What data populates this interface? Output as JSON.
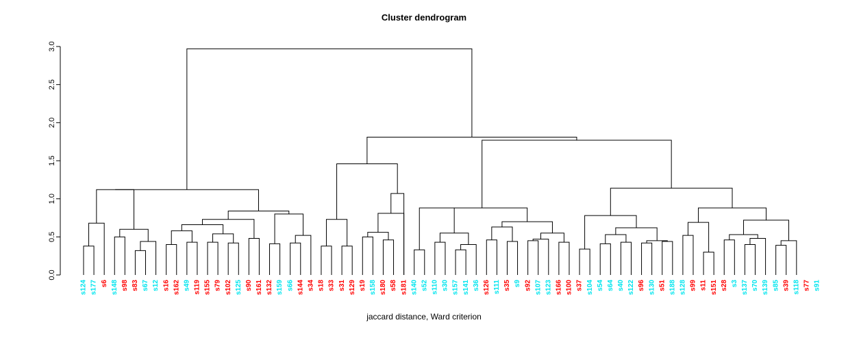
{
  "chart_data": {
    "type": "dendrogram",
    "title": "Cluster dendrogram",
    "xlabel": "jaccard distance, Ward criterion",
    "ylabel": "",
    "ylim": [
      0,
      3.0
    ],
    "grid": false,
    "legend": "none",
    "yticks": [
      "0.0",
      "0.5",
      "1.0",
      "1.5",
      "2.0",
      "2.5",
      "3.0"
    ],
    "ytick_values": [
      0.0,
      0.5,
      1.0,
      1.5,
      2.0,
      2.5,
      3.0
    ],
    "colors": {
      "group_cyan": "#00e5ee",
      "group_red": "#ff0000",
      "link": "#000000",
      "axis": "#000000",
      "background": "#ffffff"
    },
    "leaves": [
      {
        "label": "s124",
        "color": "#00e5ee"
      },
      {
        "label": "s177",
        "color": "#00e5ee"
      },
      {
        "label": "s6",
        "color": "#ff0000"
      },
      {
        "label": "s148",
        "color": "#00e5ee"
      },
      {
        "label": "s98",
        "color": "#ff0000"
      },
      {
        "label": "s83",
        "color": "#ff0000"
      },
      {
        "label": "s67",
        "color": "#00e5ee"
      },
      {
        "label": "s12",
        "color": "#00e5ee"
      },
      {
        "label": "s16",
        "color": "#ff0000"
      },
      {
        "label": "s162",
        "color": "#ff0000"
      },
      {
        "label": "s49",
        "color": "#00e5ee"
      },
      {
        "label": "s119",
        "color": "#ff0000"
      },
      {
        "label": "s155",
        "color": "#ff0000"
      },
      {
        "label": "s79",
        "color": "#ff0000"
      },
      {
        "label": "s102",
        "color": "#ff0000"
      },
      {
        "label": "s125",
        "color": "#00e5ee"
      },
      {
        "label": "s90",
        "color": "#ff0000"
      },
      {
        "label": "s161",
        "color": "#ff0000"
      },
      {
        "label": "s132",
        "color": "#ff0000"
      },
      {
        "label": "s159",
        "color": "#00e5ee"
      },
      {
        "label": "s66",
        "color": "#00e5ee"
      },
      {
        "label": "s144",
        "color": "#ff0000"
      },
      {
        "label": "s34",
        "color": "#ff0000"
      },
      {
        "label": "s18",
        "color": "#ff0000"
      },
      {
        "label": "s33",
        "color": "#ff0000"
      },
      {
        "label": "s31",
        "color": "#ff0000"
      },
      {
        "label": "s129",
        "color": "#ff0000"
      },
      {
        "label": "s19",
        "color": "#ff0000"
      },
      {
        "label": "s158",
        "color": "#00e5ee"
      },
      {
        "label": "s180",
        "color": "#ff0000"
      },
      {
        "label": "s58",
        "color": "#ff0000"
      },
      {
        "label": "s181",
        "color": "#ff0000"
      },
      {
        "label": "s140",
        "color": "#00e5ee"
      },
      {
        "label": "s52",
        "color": "#00e5ee"
      },
      {
        "label": "s110",
        "color": "#00e5ee"
      },
      {
        "label": "s30",
        "color": "#00e5ee"
      },
      {
        "label": "s157",
        "color": "#00e5ee"
      },
      {
        "label": "s141",
        "color": "#00e5ee"
      },
      {
        "label": "s36",
        "color": "#00e5ee"
      },
      {
        "label": "s126",
        "color": "#ff0000"
      },
      {
        "label": "s111",
        "color": "#00e5ee"
      },
      {
        "label": "s35",
        "color": "#ff0000"
      },
      {
        "label": "s9",
        "color": "#00e5ee"
      },
      {
        "label": "s92",
        "color": "#ff0000"
      },
      {
        "label": "s107",
        "color": "#00e5ee"
      },
      {
        "label": "s123",
        "color": "#00e5ee"
      },
      {
        "label": "s166",
        "color": "#ff0000"
      },
      {
        "label": "s100",
        "color": "#ff0000"
      },
      {
        "label": "s37",
        "color": "#ff0000"
      },
      {
        "label": "s104",
        "color": "#00e5ee"
      },
      {
        "label": "s54",
        "color": "#00e5ee"
      },
      {
        "label": "s64",
        "color": "#00e5ee"
      },
      {
        "label": "s40",
        "color": "#00e5ee"
      },
      {
        "label": "s122",
        "color": "#00e5ee"
      },
      {
        "label": "s96",
        "color": "#ff0000"
      },
      {
        "label": "s130",
        "color": "#00e5ee"
      },
      {
        "label": "s51",
        "color": "#ff0000"
      },
      {
        "label": "s188",
        "color": "#00e5ee"
      },
      {
        "label": "s128",
        "color": "#00e5ee"
      },
      {
        "label": "s99",
        "color": "#ff0000"
      },
      {
        "label": "s11",
        "color": "#ff0000"
      },
      {
        "label": "s151",
        "color": "#ff0000"
      },
      {
        "label": "s28",
        "color": "#ff0000"
      },
      {
        "label": "s3",
        "color": "#00e5ee"
      },
      {
        "label": "s137",
        "color": "#00e5ee"
      },
      {
        "label": "s70",
        "color": "#00e5ee"
      },
      {
        "label": "s139",
        "color": "#00e5ee"
      },
      {
        "label": "s85",
        "color": "#00e5ee"
      },
      {
        "label": "s39",
        "color": "#ff0000"
      },
      {
        "label": "s118",
        "color": "#00e5ee"
      },
      {
        "label": "s77",
        "color": "#ff0000"
      },
      {
        "label": "s91",
        "color": "#00e5ee"
      }
    ],
    "merges": [
      {
        "id": "m1",
        "left": {
          "leaf": 0
        },
        "right": {
          "leaf": 1
        },
        "height": 0.38
      },
      {
        "id": "m2",
        "left": {
          "node": "m1"
        },
        "right": {
          "leaf": 2
        },
        "height": 0.68
      },
      {
        "id": "m3",
        "left": {
          "leaf": 3
        },
        "right": {
          "leaf": 4
        },
        "height": 0.5
      },
      {
        "id": "m4",
        "left": {
          "leaf": 5
        },
        "right": {
          "leaf": 6
        },
        "height": 0.32
      },
      {
        "id": "m5",
        "left": {
          "node": "m4"
        },
        "right": {
          "leaf": 7
        },
        "height": 0.44
      },
      {
        "id": "m6",
        "left": {
          "node": "m3"
        },
        "right": {
          "node": "m5"
        },
        "height": 0.6
      },
      {
        "id": "m7",
        "left": {
          "node": "m2"
        },
        "right": {
          "node": "m6"
        },
        "height": 1.12
      },
      {
        "id": "m8",
        "left": {
          "leaf": 8
        },
        "right": {
          "leaf": 9
        },
        "height": 0.4
      },
      {
        "id": "m9",
        "left": {
          "leaf": 10
        },
        "right": {
          "leaf": 11
        },
        "height": 0.43
      },
      {
        "id": "m10",
        "left": {
          "node": "m8"
        },
        "right": {
          "node": "m9"
        },
        "height": 0.58
      },
      {
        "id": "m11",
        "left": {
          "leaf": 12
        },
        "right": {
          "leaf": 13
        },
        "height": 0.43
      },
      {
        "id": "m12",
        "left": {
          "leaf": 14
        },
        "right": {
          "leaf": 15
        },
        "height": 0.42
      },
      {
        "id": "m13",
        "left": {
          "node": "m11"
        },
        "right": {
          "node": "m12"
        },
        "height": 0.54
      },
      {
        "id": "m14",
        "left": {
          "node": "m10"
        },
        "right": {
          "node": "m13"
        },
        "height": 0.66
      },
      {
        "id": "m15",
        "left": {
          "leaf": 16
        },
        "right": {
          "leaf": 17
        },
        "height": 0.48
      },
      {
        "id": "m16",
        "left": {
          "node": "m14"
        },
        "right": {
          "node": "m15"
        },
        "height": 0.73
      },
      {
        "id": "m17",
        "left": {
          "leaf": 18
        },
        "right": {
          "leaf": 19
        },
        "height": 0.41
      },
      {
        "id": "m18",
        "left": {
          "leaf": 20
        },
        "right": {
          "leaf": 21
        },
        "height": 0.42
      },
      {
        "id": "m19",
        "left": {
          "node": "m18"
        },
        "right": {
          "leaf": 22
        },
        "height": 0.52
      },
      {
        "id": "m20",
        "left": {
          "node": "m17"
        },
        "right": {
          "node": "m19"
        },
        "height": 0.8
      },
      {
        "id": "m21",
        "left": {
          "node": "m16"
        },
        "right": {
          "node": "m20"
        },
        "height": 0.84
      },
      {
        "id": "m22",
        "left": {
          "node": "m7"
        },
        "right": {
          "node": "m21"
        },
        "height": 1.12
      },
      {
        "id": "m23",
        "left": {
          "leaf": 23
        },
        "right": {
          "leaf": 24
        },
        "height": 0.38
      },
      {
        "id": "m24",
        "left": {
          "leaf": 25
        },
        "right": {
          "leaf": 26
        },
        "height": 0.38
      },
      {
        "id": "m25",
        "left": {
          "node": "m23"
        },
        "right": {
          "node": "m24"
        },
        "height": 0.73
      },
      {
        "id": "m26",
        "left": {
          "leaf": 27
        },
        "right": {
          "leaf": 28
        },
        "height": 0.5
      },
      {
        "id": "m27",
        "left": {
          "leaf": 29
        },
        "right": {
          "leaf": 30
        },
        "height": 0.46
      },
      {
        "id": "m28",
        "left": {
          "node": "m26"
        },
        "right": {
          "node": "m27"
        },
        "height": 0.56
      },
      {
        "id": "m29",
        "left": {
          "node": "m28"
        },
        "right": {
          "leaf": 31
        },
        "height": 0.81
      },
      {
        "id": "m30",
        "left": {
          "node": "m29"
        },
        "right": {
          "node": "m29b"
        },
        "height": 1.07
      },
      {
        "id": "m29b",
        "left": {
          "leaf": 31
        },
        "right": {
          "leaf": 31
        },
        "height": 0.0
      },
      {
        "id": "m31",
        "left": {
          "node": "m25"
        },
        "right": {
          "node": "m30"
        },
        "height": 1.46
      },
      {
        "id": "m32",
        "left": {
          "leaf": 32
        },
        "right": {
          "leaf": 33
        },
        "height": 0.33
      },
      {
        "id": "m33",
        "left": {
          "leaf": 34
        },
        "right": {
          "leaf": 35
        },
        "height": 0.43
      },
      {
        "id": "m34",
        "left": {
          "leaf": 36
        },
        "right": {
          "leaf": 37
        },
        "height": 0.33
      },
      {
        "id": "m35",
        "left": {
          "node": "m34"
        },
        "right": {
          "leaf": 38
        },
        "height": 0.4
      },
      {
        "id": "m36",
        "left": {
          "node": "m33"
        },
        "right": {
          "node": "m35"
        },
        "height": 0.55
      },
      {
        "id": "m37",
        "left": {
          "node": "m32"
        },
        "right": {
          "node": "m36"
        },
        "height": 0.88
      },
      {
        "id": "m38",
        "left": {
          "leaf": 39
        },
        "right": {
          "leaf": 40
        },
        "height": 0.46
      },
      {
        "id": "m39",
        "left": {
          "leaf": 41
        },
        "right": {
          "leaf": 42
        },
        "height": 0.44
      },
      {
        "id": "m40",
        "left": {
          "node": "m38"
        },
        "right": {
          "node": "m39"
        },
        "height": 0.63
      },
      {
        "id": "m41",
        "left": {
          "leaf": 43
        },
        "right": {
          "leaf": 44
        },
        "height": 0.45
      },
      {
        "id": "m42",
        "left": {
          "node": "m41"
        },
        "right": {
          "leaf": 45
        },
        "height": 0.47
      },
      {
        "id": "m43",
        "left": {
          "leaf": 46
        },
        "right": {
          "leaf": 47
        },
        "height": 0.43
      },
      {
        "id": "m44",
        "left": {
          "node": "m42"
        },
        "right": {
          "node": "m43"
        },
        "height": 0.55
      },
      {
        "id": "m45",
        "left": {
          "node": "m40"
        },
        "right": {
          "node": "m44"
        },
        "height": 0.7
      },
      {
        "id": "m46",
        "left": {
          "node": "m37"
        },
        "right": {
          "node": "m45"
        },
        "height": 0.88
      },
      {
        "id": "m47",
        "left": {
          "leaf": 48
        },
        "right": {
          "leaf": 49
        },
        "height": 0.34
      },
      {
        "id": "m48",
        "left": {
          "leaf": 50
        },
        "right": {
          "leaf": 51
        },
        "height": 0.41
      },
      {
        "id": "m49",
        "left": {
          "leaf": 52
        },
        "right": {
          "leaf": 53
        },
        "height": 0.43
      },
      {
        "id": "m50",
        "left": {
          "node": "m48"
        },
        "right": {
          "node": "m49"
        },
        "height": 0.53
      },
      {
        "id": "m51",
        "left": {
          "leaf": 54
        },
        "right": {
          "leaf": 55
        },
        "height": 0.42
      },
      {
        "id": "m52",
        "left": {
          "leaf": 56
        },
        "right": {
          "leaf": 57
        },
        "height": 0.44
      },
      {
        "id": "m53",
        "left": {
          "node": "m51"
        },
        "right": {
          "node": "m52"
        },
        "height": 0.45
      },
      {
        "id": "m54",
        "left": {
          "node": "m50"
        },
        "right": {
          "node": "m53"
        },
        "height": 0.62
      },
      {
        "id": "m55",
        "left": {
          "node": "m47"
        },
        "right": {
          "node": "m54"
        },
        "height": 0.78
      },
      {
        "id": "m56",
        "left": {
          "leaf": 58
        },
        "right": {
          "leaf": 59
        },
        "height": 0.52
      },
      {
        "id": "m57",
        "left": {
          "leaf": 60
        },
        "right": {
          "leaf": 61
        },
        "height": 0.3
      },
      {
        "id": "m58",
        "left": {
          "node": "m56"
        },
        "right": {
          "node": "m57"
        },
        "height": 0.69
      },
      {
        "id": "m59",
        "left": {
          "leaf": 62
        },
        "right": {
          "leaf": 63
        },
        "height": 0.46
      },
      {
        "id": "m60",
        "left": {
          "leaf": 64
        },
        "right": {
          "leaf": 65
        },
        "height": 0.4
      },
      {
        "id": "m61",
        "left": {
          "node": "m60"
        },
        "right": {
          "leaf": 66
        },
        "height": 0.48
      },
      {
        "id": "m62",
        "left": {
          "node": "m59"
        },
        "right": {
          "node": "m61"
        },
        "height": 0.53
      },
      {
        "id": "m63",
        "left": {
          "leaf": 67
        },
        "right": {
          "leaf": 68
        },
        "height": 0.39
      },
      {
        "id": "m64",
        "left": {
          "node": "m63"
        },
        "right": {
          "leaf": 69
        },
        "height": 0.45
      },
      {
        "id": "m65",
        "left": {
          "node": "m62"
        },
        "right": {
          "node": "m64"
        },
        "height": 0.72
      },
      {
        "id": "m66",
        "left": {
          "node": "m58"
        },
        "right": {
          "node": "m65"
        },
        "height": 0.88
      },
      {
        "id": "m67",
        "left": {
          "node": "m55"
        },
        "right": {
          "node": "m66"
        },
        "height": 1.14
      },
      {
        "id": "m68",
        "left": {
          "node": "m46"
        },
        "right": {
          "node": "m67"
        },
        "height": 1.77
      },
      {
        "id": "m69",
        "left": {
          "node": "m31"
        },
        "right": {
          "node": "m68"
        },
        "height": 1.81
      },
      {
        "id": "m70",
        "left": {
          "node": "m22"
        },
        "right": {
          "node": "m69"
        },
        "height": 2.97
      }
    ],
    "root": "m70",
    "geometry": {
      "plot_left": 122,
      "plot_right": 1193,
      "axis_x": 88,
      "y_top": 68,
      "y_bottom": 402,
      "label_y": 409
    }
  }
}
